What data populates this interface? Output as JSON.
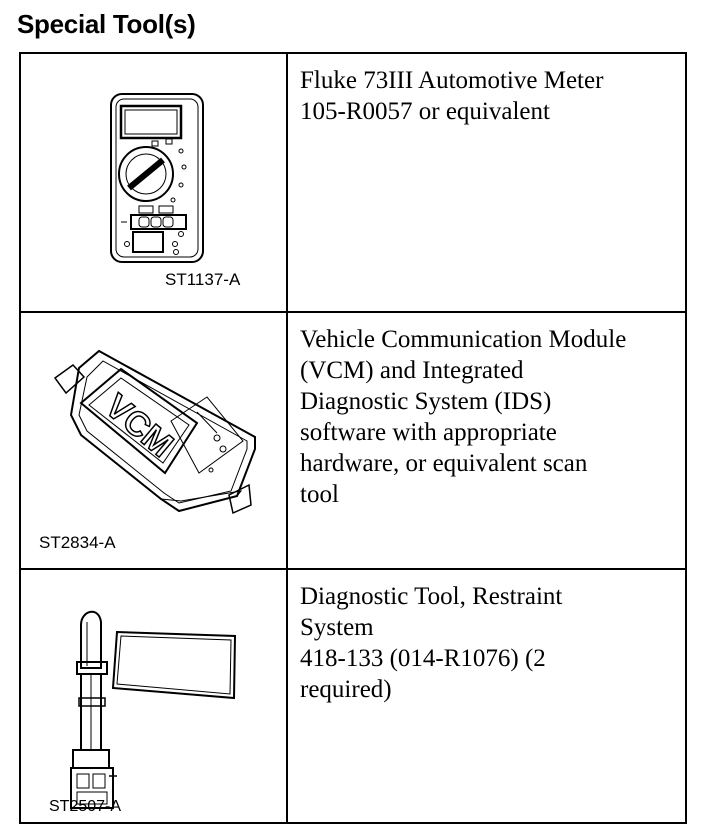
{
  "page": {
    "title": "Special Tool(s)"
  },
  "tools": [
    {
      "figure_code": "ST1137-A",
      "icon": "multimeter-icon",
      "description_lines": [
        "Fluke 73III Automotive Meter",
        "105-R0057 or equivalent"
      ]
    },
    {
      "figure_code": "ST2834-A",
      "icon": "vcm-module-icon",
      "device_label": "VCM",
      "description_lines": [
        "Vehicle Communication Module",
        "(VCM) and Integrated",
        "Diagnostic System (IDS)",
        "software with appropriate",
        "hardware, or equivalent scan",
        "tool"
      ]
    },
    {
      "figure_code": "ST2507-A",
      "icon": "restraint-diagnostic-tool-icon",
      "description_lines": [
        "Diagnostic Tool, Restraint",
        "System",
        "418-133 (014-R1076) (2",
        "required)"
      ]
    }
  ]
}
